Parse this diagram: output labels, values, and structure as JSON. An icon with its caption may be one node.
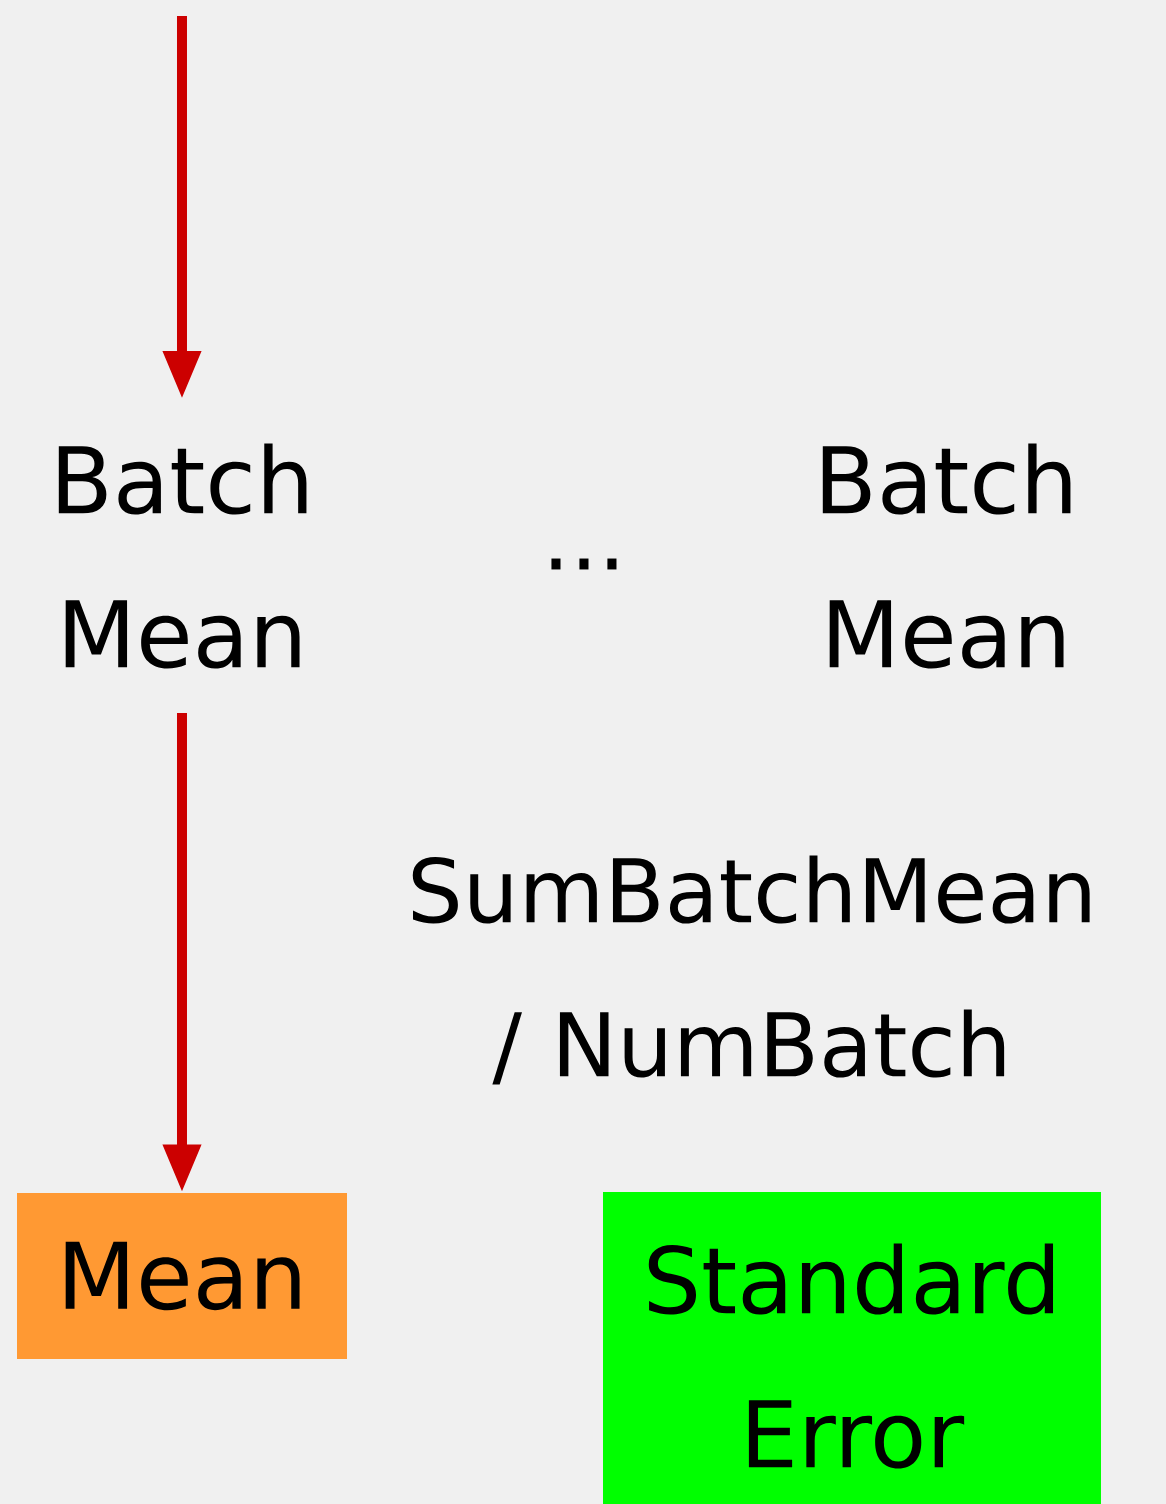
{
  "diagram": {
    "nodes": [
      {
        "text": [
          "Batch Mean"
        ]
      },
      {
        "text": [
          "Batch Mean"
        ]
      },
      {
        "text": [
          "Mean"
        ]
      },
      {
        "text": [
          "Standard Error"
        ]
      }
    ],
    "edges": [
      {
        "from": null,
        "to": 0,
        "arrow": "to"
      },
      {
        "from": 0,
        "to": 2,
        "arrow": "to"
      }
    ],
    "labels": [
      "...",
      "SumBatchMean / NumBatch"
    ]
  }
}
